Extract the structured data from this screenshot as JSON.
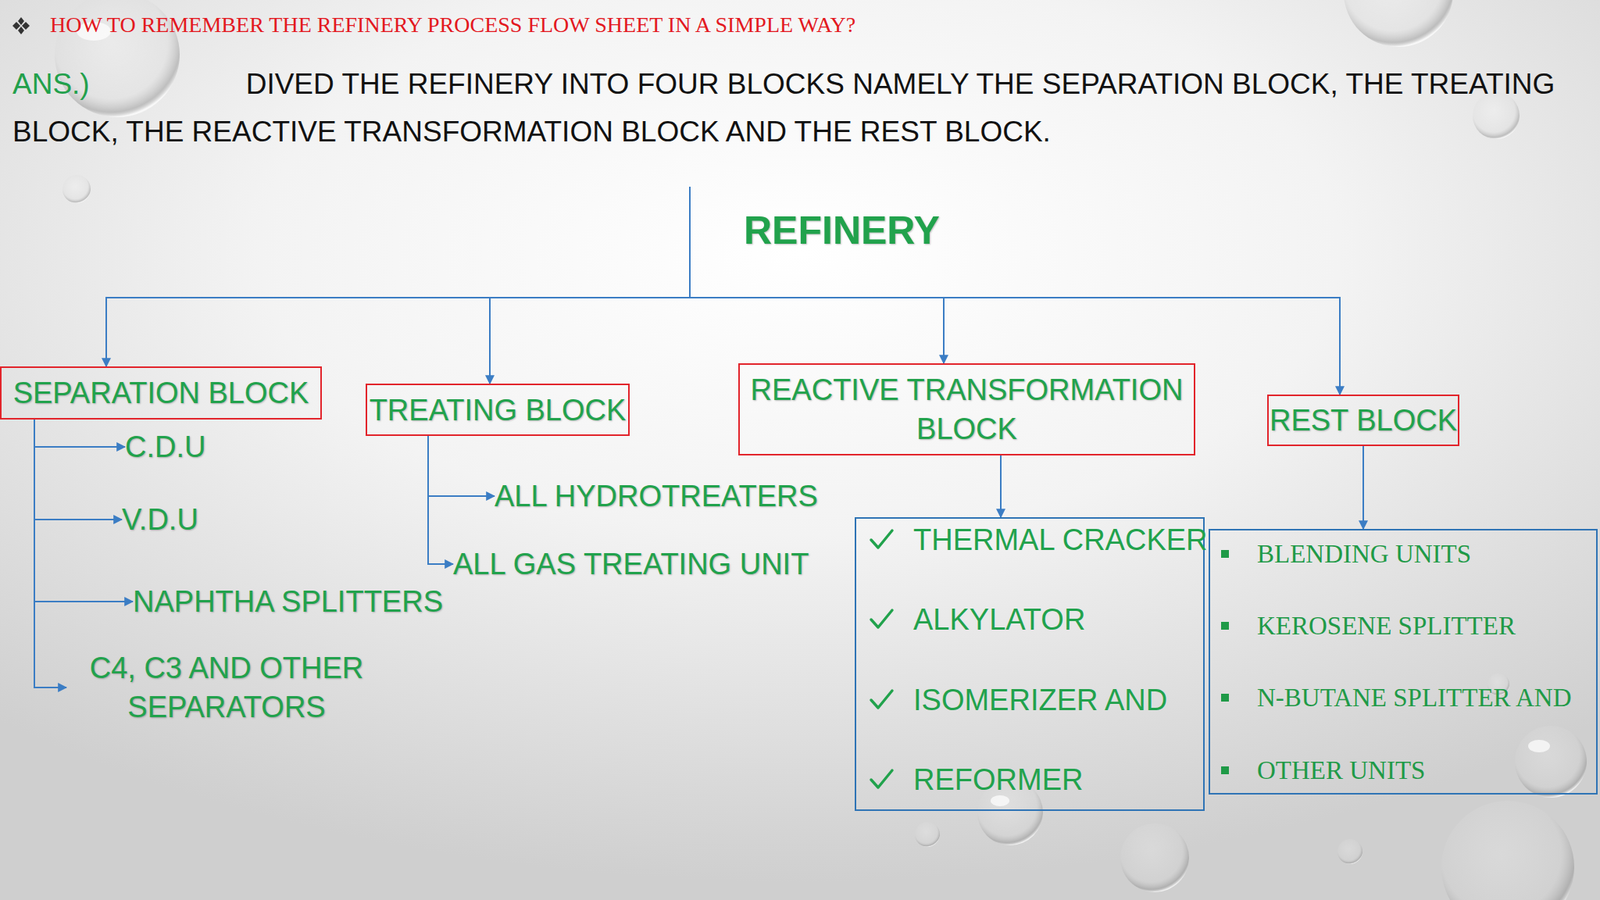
{
  "diagram": {
    "title": "HOW TO REMEMBER THE REFINERY PROCESS FLOW SHEET IN A SIMPLE WAY?",
    "nodes": [
      {
        "text": [
          "REFINERY"
        ]
      },
      {
        "text": [
          "SEPARATION BLOCK"
        ]
      },
      {
        "text": [
          "TREATING BLOCK"
        ]
      },
      {
        "text": [
          "REACTIVE TRANSFORMATION BLOCK"
        ]
      },
      {
        "text": [
          "REST BLOCK"
        ]
      },
      {
        "text": [
          "C.D.U"
        ]
      },
      {
        "text": [
          "V.D.U"
        ]
      },
      {
        "text": [
          "NAPHTHA SPLITTERS"
        ]
      },
      {
        "text": [
          "C4, C3 AND OTHER SEPARATORS"
        ]
      },
      {
        "text": [
          "ALL HYDROTREATERS"
        ]
      },
      {
        "text": [
          "ALL GAS TREATING UNIT"
        ]
      },
      {
        "text": [
          "THERMAL CRACKER",
          "ALKYLATOR",
          "ISOMERIZER AND",
          "REFORMER"
        ]
      },
      {
        "text": [
          "BLENDING UNITS",
          "KEROSENE SPLITTER",
          "N-BUTANE SPLITTER AND",
          "OTHER UNITS"
        ]
      }
    ],
    "edges": [
      {
        "from": 0,
        "to": 1,
        "arrow": "to"
      },
      {
        "from": 0,
        "to": 2,
        "arrow": "to"
      },
      {
        "from": 0,
        "to": 3,
        "arrow": "to"
      },
      {
        "from": 0,
        "to": 4,
        "arrow": "to"
      },
      {
        "from": 1,
        "to": 5,
        "arrow": "to"
      },
      {
        "from": 1,
        "to": 6,
        "arrow": "to"
      },
      {
        "from": 1,
        "to": 7,
        "arrow": "to"
      },
      {
        "from": 1,
        "to": 8,
        "arrow": "to"
      },
      {
        "from": 2,
        "to": 9,
        "arrow": "to"
      },
      {
        "from": 2,
        "to": 10,
        "arrow": "to"
      },
      {
        "from": 3,
        "to": 11,
        "arrow": "to"
      },
      {
        "from": 4,
        "to": 12,
        "arrow": "to"
      }
    ],
    "labels": [
      "ANS.)",
      "DIVED THE REFINERY INTO FOUR BLOCKS NAMELY THE SEPARATION BLOCK, THE TREATING BLOCK, THE REACTIVE TRANSFORMATION BLOCK AND THE REST BLOCK."
    ]
  }
}
